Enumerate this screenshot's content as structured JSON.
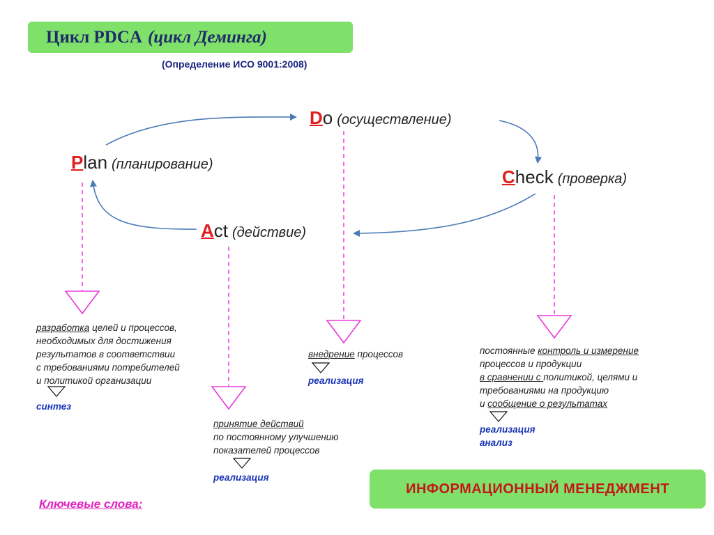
{
  "header": {
    "title": "Цикл PDCA",
    "title_sub": "(цикл Деминга)",
    "subtitle": "(Определение  ИСО 9001:2008)"
  },
  "stages": {
    "plan": {
      "letter": "P",
      "rest": "lan",
      "ru": "(планирование)"
    },
    "do": {
      "letter": "D",
      "rest": "o",
      "ru": "(осуществление)"
    },
    "check": {
      "letter": "C",
      "rest": "heck",
      "ru": "(проверка)"
    },
    "act": {
      "letter": "A",
      "rest": "ct",
      "ru": "(действие)"
    }
  },
  "plan_desc": {
    "l1_u": "разработка",
    "l1_rest": " целей и процессов,",
    "l2": "необходимых для достижения",
    "l3": "результатов в соответствии",
    "l4": "с требованиями потребителей",
    "l5": "и политикой организации",
    "keyword": "синтез"
  },
  "do_desc": {
    "l1_u": "внедрение",
    "l1_rest": " процессов",
    "keyword": "реализация"
  },
  "act_desc": {
    "l1_u": "принятие действий",
    "l2": "по постоянному улучшению",
    "l3": "показателей процессов",
    "keyword": "реализация"
  },
  "check_desc": {
    "l1_pre": "постоянные ",
    "l1_u": "контроль и измерение",
    "l2": "процессов и продукции",
    "l3_u": "в сравнении с ",
    "l3_rest": "политикой, целями и",
    "l4": "требованиями на продукцию",
    "l5_pre": "и ",
    "l5_u": "сообщение о результатах",
    "keyword1": "реализация",
    "keyword2": "анализ"
  },
  "footer": {
    "banner": "ИНФОРМАЦИОННЫЙ  МЕНЕДЖМЕНТ",
    "keywords_label": "Ключевые слова:"
  },
  "colors": {
    "green_box": "#7fe06a",
    "arrow": "#4a7ab5",
    "dashed": "#e83ad8",
    "stage_letter": "#e01e1e",
    "keyword": "#1835b5"
  }
}
